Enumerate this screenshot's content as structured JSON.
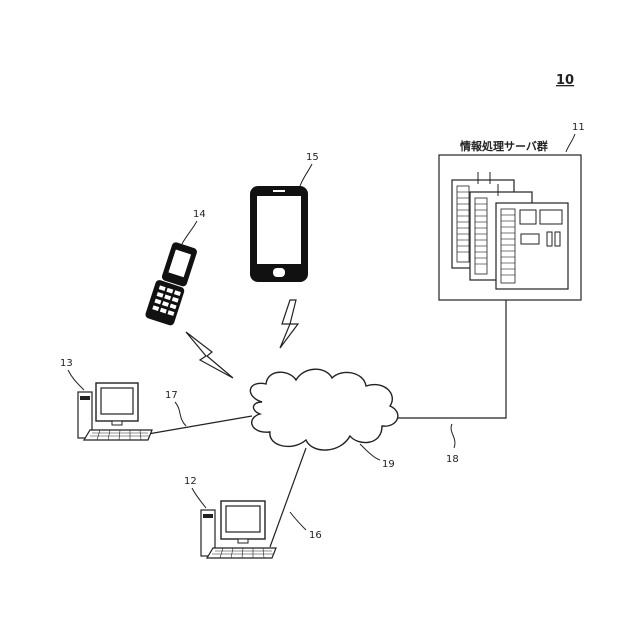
{
  "figure_number": "10",
  "server_group": {
    "label": "情報処理サーバ群",
    "ref": "11"
  },
  "devices": {
    "pc_bottom": {
      "ref": "12"
    },
    "pc_left": {
      "ref": "13"
    },
    "flip_phone": {
      "ref": "14"
    },
    "smartphone": {
      "ref": "15"
    }
  },
  "links": {
    "pc_bottom_link": {
      "ref": "16"
    },
    "pc_left_link": {
      "ref": "17"
    },
    "server_link": {
      "ref": "18"
    }
  },
  "network": {
    "ref": "19"
  },
  "colors": {
    "line": "#222222",
    "fill_dark": "#111111",
    "fill_light": "#ffffff"
  }
}
